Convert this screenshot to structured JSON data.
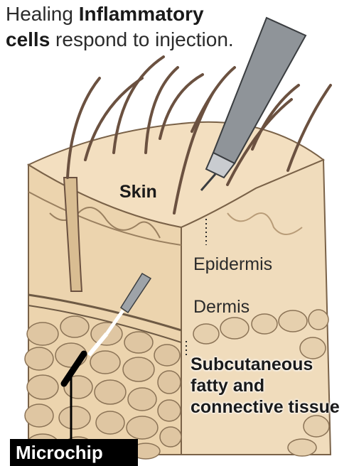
{
  "caption": {
    "part1": "Healing ",
    "emphasis": "Inflammatory cells",
    "part2": " respond to injection."
  },
  "labels": {
    "skin": "Skin",
    "epidermis": "Epidermis",
    "dermis": "Dermis",
    "subcutaneous": "Subcutaneous fatty and connective tissue",
    "microchip": "Microchip"
  },
  "colors": {
    "skin_top": "#f3dfc0",
    "skin_side": "#ecd4ae",
    "fat_cell": "#dfc6a2",
    "fat_outline": "#8b7356",
    "hair": "#6b5140",
    "syringe": "#8f9499",
    "tag_bg": "#000000"
  }
}
